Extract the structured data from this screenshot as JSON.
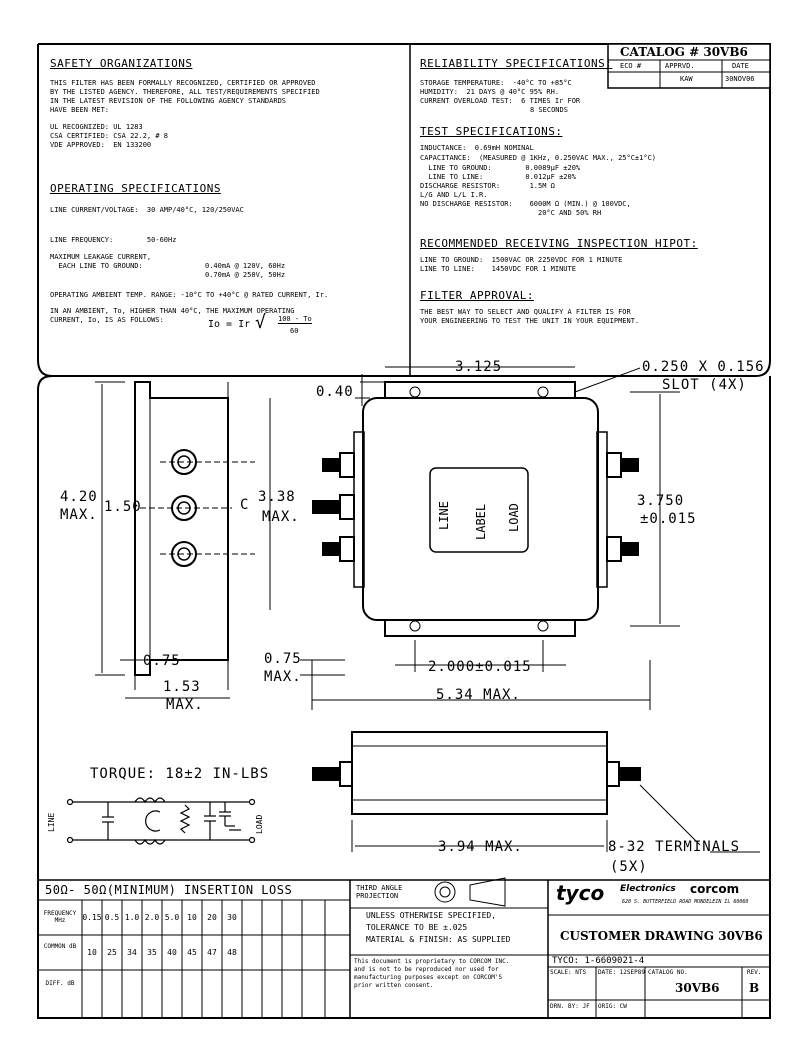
{
  "catalog": {
    "title": "CATALOG # 30VB6",
    "eco_hdr": "ECO #",
    "apprvd_hdr": "APPRVD.",
    "date_hdr": "DATE",
    "apprvd": "KAW",
    "date": "30NOV06"
  },
  "safety": {
    "heading": "SAFETY ORGANIZATIONS",
    "line1": "THIS FILTER HAS BEEN FORMALLY RECOGNIZED, CERTIFIED OR APPROVED",
    "line2": "BY THE LISTED AGENCY. THEREFORE, ALL TEST/REQUIREMENTS SPECIFIED",
    "line3": "IN THE LATEST REVISION OF THE FOLLOWING AGENCY STANDARDS",
    "line4": "HAVE BEEN MET:",
    "ul": "UL RECOGNIZED: UL 1283",
    "csa": "CSA CERTIFIED: CSA 22.2, # 8",
    "vde": "VDE APPROVED:  EN 133200"
  },
  "operating": {
    "heading": "OPERATING SPECIFICATIONS",
    "current": "LINE CURRENT/VOLTAGE:  30 AMP/40°C, 120/250VAC",
    "freq": "LINE FREQUENCY:        50-60Hz",
    "leak1": "MAXIMUM LEAKAGE CURRENT,",
    "leak2": "  EACH LINE TO GROUND:",
    "leak_a": "0.40mA @ 120V, 60Hz",
    "leak_b": "0.70mA @ 250V, 50Hz",
    "ambient": "OPERATING AMBIENT TEMP. RANGE: -10°C TO +40°C @ RATED CURRENT, Ir.",
    "derate1": "IN AN AMBIENT, To, HIGHER THAN 40°C, THE MAXIMUM OPERATING",
    "derate2": "CURRENT, Io, IS AS FOLLOWS:",
    "formula_lhs": "Io = Ir",
    "formula_num": "100 - To",
    "formula_den": "60"
  },
  "reliability": {
    "heading": "RELIABILITY SPECIFICATIONS:",
    "storage": "STORAGE TEMPERATURE:  -40°C TO +85°C",
    "humidity": "HUMIDITY:  21 DAYS @ 40°C 95% RH.",
    "overload": "CURRENT OVERLOAD TEST:  6 TIMES Ir FOR",
    "overload2": "8 SECONDS"
  },
  "test": {
    "heading": "TEST SPECIFICATIONS:",
    "ind": "INDUCTANCE:  0.69mH NOMINAL",
    "cap": "CAPACITANCE:  (MEASURED @ 1KHz, 0.250VAC MAX., 25°C±1°C)",
    "ltg": "  LINE TO GROUND:        0.0089µF ±20%",
    "ltl": "  LINE TO LINE:          0.012µF ±20%",
    "dis": "DISCHARGE RESISTOR:       1.5M Ω",
    "lg": "L/G AND L/L I.R.",
    "nodis": "NO DISCHARGE RESISTOR:    6000M Ω (MIN.) @ 100VDC,",
    "nodis2": "20°C AND 50% RH"
  },
  "hipot": {
    "heading": "RECOMMENDED RECEIVING INSPECTION HIPOT:",
    "ltg": "LINE TO GROUND:  1500VAC OR 2250VDC FOR 1 MINUTE",
    "ltl": "LINE TO LINE:    1450VDC FOR 1 MINUTE"
  },
  "approval": {
    "heading": "FILTER APPROVAL:",
    "line1": "THE BEST WAY TO SELECT AND QUALIFY A FILTER IS FOR",
    "line2": "YOUR ENGINEERING TO TEST THE UNIT IN YOUR EQUIPMENT."
  },
  "dims": {
    "d3125": "3.125",
    "slot1": "0.250 X 0.156",
    "slot2": "SLOT (4X)",
    "d040": "0.40",
    "d420": "4.20",
    "max": "MAX.",
    "d150": "1.50",
    "d338": "3.38",
    "d3750": "3.750",
    "d3750t": "±0.015",
    "d075a": "0.75",
    "d075b": "0.75",
    "d153": "1.53",
    "d2000": "2.000±0.015",
    "d534": "5.34 MAX.",
    "d394": "3.94 MAX.",
    "term1": "8-32 TERMINALS",
    "term2": "(5X)",
    "label_line": "LINE",
    "label_label": "LABEL",
    "label_load": "LOAD",
    "cl": "C"
  },
  "schematic": {
    "torque": "TORQUE: 18±2 IN-LBS",
    "line": "LINE",
    "load": "LOAD"
  },
  "loss": {
    "heading": "50Ω- 50Ω(MINIMUM) INSERTION LOSS",
    "freq_hdr": "FREQUENCY MHz",
    "freqs": [
      "0.15",
      "0.5",
      "1.0",
      "2.0",
      "5.0",
      "10",
      "20",
      "30"
    ],
    "common_hdr": "COMMON dB",
    "common": [
      "10",
      "25",
      "34",
      "35",
      "40",
      "45",
      "47",
      "48"
    ],
    "diff_hdr": "DIFF. dB"
  },
  "titleblock": {
    "projection": "THIRD ANGLE PROJECTION",
    "notes1": "UNLESS OTHERWISE SPECIFIED,",
    "notes2": "TOLERANCE TO BE ±.025",
    "notes3": "MATERIAL & FINISH: AS SUPPLIED",
    "prop1": "This document is proprietary to CORCOM INC.",
    "prop2": "and is not to be reproduced nor used for",
    "prop3": "manufacturing purposes except on CORCOM'S",
    "prop4": "prior written consent.",
    "brand": "tyco",
    "brand2": "Electronics",
    "brand3": "corcom",
    "addr": "620 S. BUTTERFIELD ROAD MUNDELEIN IL 60060",
    "title": "CUSTOMER DRAWING 30VB6",
    "tyco": "TYCO: 1-6609021-4",
    "scale": "SCALE: NTS",
    "date": "DATE: 12SEP89",
    "catno": "CATALOG NO.",
    "cat": "30VB6",
    "rev": "REV.",
    "revval": "B",
    "drn": "DRN. BY: JF",
    "orig": "ORIG: CW"
  }
}
